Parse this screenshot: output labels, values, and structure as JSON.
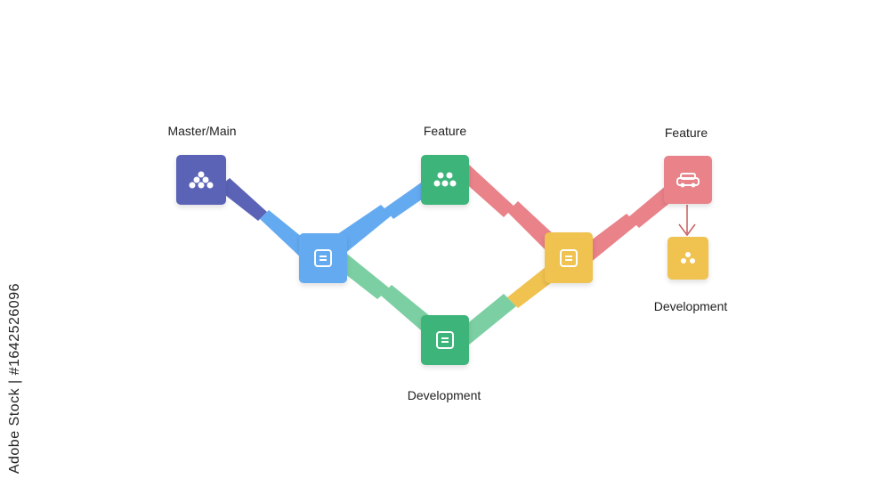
{
  "colors": {
    "master": "#5b63b7",
    "blue": "#64aaf0",
    "green": "#3cb47a",
    "green_link": "#7ccfa2",
    "red": "#e98289",
    "yellow": "#f0c24f",
    "label": "#1f1f1f"
  },
  "labels": {
    "master": "Master/Main",
    "feature_1": "Feature",
    "feature_2": "Feature",
    "development_bottom": "Development",
    "development_right": "Development"
  },
  "icons": {
    "master": "pyramid-dots-icon",
    "feature_1": "people-group-icon",
    "feature_2": "car-icon",
    "blue_node": "list-box-icon",
    "green_node": "list-box-icon",
    "yellow_node": "list-box-icon",
    "small_dev": "small-dots-icon"
  },
  "watermark": "Adobe Stock | #1642526096"
}
